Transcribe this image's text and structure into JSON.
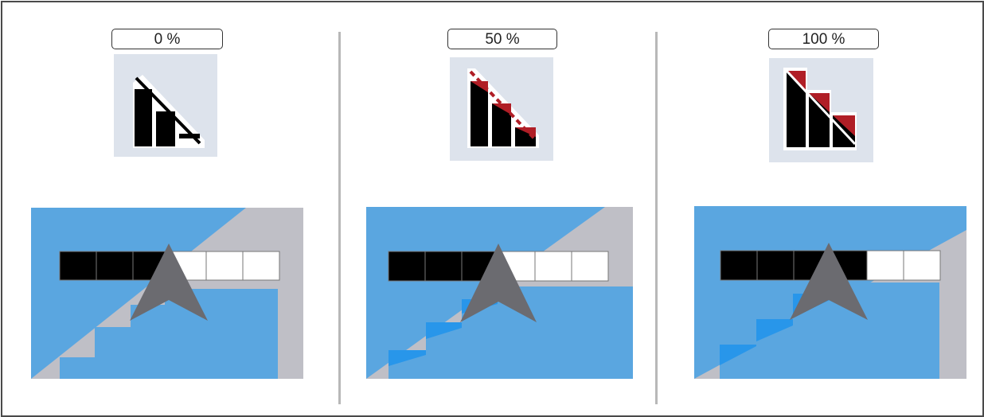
{
  "colors": {
    "field_blue": "#5aa6e0",
    "overlap_blue": "#2896ea",
    "unworked_gray": "#bfbfc6",
    "section_on": "#000000",
    "section_off": "#ffffff",
    "arrow": "#6b6b70",
    "overlap_red": "#b01e26"
  },
  "panels": [
    {
      "label": "0 %",
      "tolerance": 0.0,
      "icon": "overlap-tolerance-0-icon",
      "sections_active": 3,
      "sections_total": 6
    },
    {
      "label": "50 %",
      "tolerance": 0.5,
      "icon": "overlap-tolerance-50-icon",
      "sections_active": 3,
      "sections_total": 6
    },
    {
      "label": "100 %",
      "tolerance": 1.0,
      "icon": "overlap-tolerance-100-icon",
      "sections_active": 4,
      "sections_total": 6
    }
  ]
}
